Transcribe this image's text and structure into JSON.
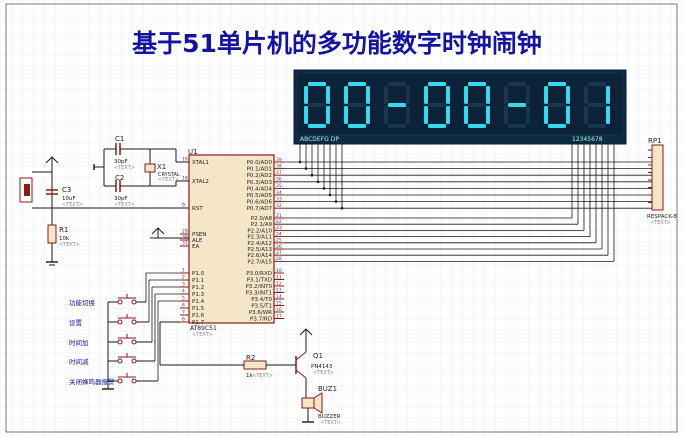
{
  "title": "基于51单片机的多功能数字时钟闹钟",
  "display": {
    "chars": [
      "0",
      "0",
      "-",
      "0",
      "0",
      "-",
      "0",
      "1"
    ],
    "seg_pins": "ABCDEFG DP",
    "digit_pins": "12345678"
  },
  "mcu": {
    "ref": "U1",
    "part": "AT89C51",
    "text": "<TEXT>",
    "left_pins": [
      {
        "num": "19",
        "name": "XTAL1"
      },
      {
        "num": "18",
        "name": "XTAL2"
      },
      {
        "num": "9",
        "name": "RST"
      },
      {
        "num": "29",
        "name": "PSEN"
      },
      {
        "num": "30",
        "name": "ALE"
      },
      {
        "num": "31",
        "name": "EA"
      },
      {
        "num": "1",
        "name": "P1.0"
      },
      {
        "num": "2",
        "name": "P1.1"
      },
      {
        "num": "3",
        "name": "P1.2"
      },
      {
        "num": "4",
        "name": "P1.3"
      },
      {
        "num": "5",
        "name": "P1.4"
      },
      {
        "num": "6",
        "name": "P1.5"
      },
      {
        "num": "7",
        "name": "P1.6"
      },
      {
        "num": "8",
        "name": "P1.7"
      }
    ],
    "right_pins": [
      {
        "num": "39",
        "name": "P0.0/AD0"
      },
      {
        "num": "38",
        "name": "P0.1/AD1"
      },
      {
        "num": "37",
        "name": "P0.2/AD2"
      },
      {
        "num": "36",
        "name": "P0.3/AD3"
      },
      {
        "num": "35",
        "name": "P0.4/AD4"
      },
      {
        "num": "34",
        "name": "P0.5/AD5"
      },
      {
        "num": "33",
        "name": "P0.6/AD6"
      },
      {
        "num": "32",
        "name": "P0.7/AD7"
      },
      {
        "num": "21",
        "name": "P2.0/A8"
      },
      {
        "num": "22",
        "name": "P2.1/A9"
      },
      {
        "num": "23",
        "name": "P2.2/A10"
      },
      {
        "num": "24",
        "name": "P2.3/A11"
      },
      {
        "num": "25",
        "name": "P2.4/A12"
      },
      {
        "num": "26",
        "name": "P2.5/A13"
      },
      {
        "num": "27",
        "name": "P2.6/A14"
      },
      {
        "num": "28",
        "name": "P2.7/A15"
      },
      {
        "num": "10",
        "name": "P3.0/RXD"
      },
      {
        "num": "11",
        "name": "P3.1/TXD"
      },
      {
        "num": "12",
        "name": "P3.2/INT0"
      },
      {
        "num": "13",
        "name": "P3.3/INT1"
      },
      {
        "num": "14",
        "name": "P3.4/T0"
      },
      {
        "num": "15",
        "name": "P3.5/T1"
      },
      {
        "num": "16",
        "name": "P3.6/WR"
      },
      {
        "num": "17",
        "name": "P3.7/RD"
      }
    ]
  },
  "components": {
    "c1": {
      "ref": "C1",
      "value": "30pF",
      "text": "<TEXT>"
    },
    "c2": {
      "ref": "C2",
      "value": "30pF",
      "text": "<TEXT>"
    },
    "x1": {
      "ref": "X1",
      "value": "CRYSTAL",
      "text": "<TEXT>"
    },
    "c3": {
      "ref": "C3",
      "value": "10uF",
      "text": "<TEXT>"
    },
    "r1": {
      "ref": "R1",
      "value": "10k",
      "text": "<TEXT>"
    },
    "r2": {
      "ref": "R2",
      "value": "1k",
      "text": "<TEXT>"
    },
    "q1": {
      "ref": "Q1",
      "value": "PN4143",
      "text": "<TEXT>"
    },
    "buz1": {
      "ref": "BUZ1",
      "value": "BUZZER",
      "text": "<TEXT>"
    },
    "rp1": {
      "ref": "RP1",
      "value": "RESPACK-8",
      "text": "<TEXT>"
    }
  },
  "buttons": [
    "功能切换",
    "设置",
    "时间加",
    "时间减",
    "关闭蜂鸣器报警"
  ],
  "colors": {
    "wire": "#1a1a1a",
    "component": "#8b1a1a",
    "display_bg": "#0f2a44",
    "segment": "#36d9ee",
    "title": "#1414a0",
    "grid": "#e4e4e4"
  }
}
